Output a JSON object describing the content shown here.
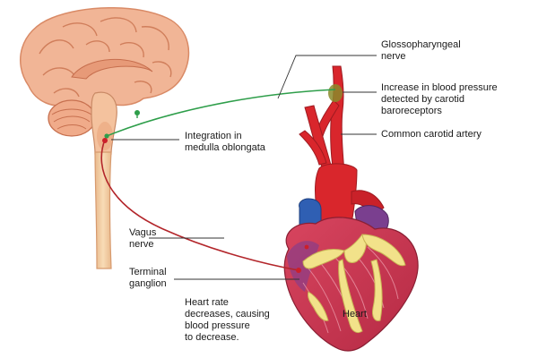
{
  "labels": {
    "glossopharyngeal": "Glossopharyngeal\nnerve",
    "baroreceptors": "Increase in blood pressure\ndetected by carotid\nbaroreceptors",
    "carotid": "Common carotid artery",
    "medulla": "Integration in\nmedulla oblongata",
    "vagus": "Vagus\nnerve",
    "ganglion": "Terminal\nganglion",
    "heart_rate": "Heart rate\ndecreases, causing\nblood pressure\nto decrease.",
    "heart": "Heart"
  },
  "colors": {
    "afferent_nerve": "#2e9e4a",
    "efferent_nerve": "#b3262b",
    "artery": "#d9262c",
    "vein": "#2f5fb3",
    "heart_muscle": "#c7344d",
    "coronary_fat": "#f2e28a",
    "brain_tissue": "#f1b596",
    "spinal_cord": "#f5cfa3"
  }
}
